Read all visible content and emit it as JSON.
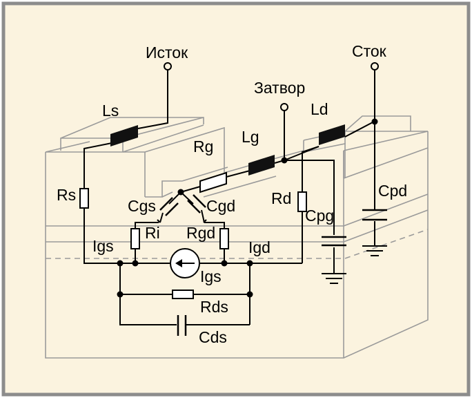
{
  "colors": {
    "frame": "#8c8c8c",
    "background": "#fbf3df",
    "body_lines": "#9a9a9a",
    "wire": "#000000",
    "inductor_fill": "#111111",
    "dashed_line": "#9a9a9a"
  },
  "terminals": {
    "source": "Исток",
    "drain": "Сток",
    "gate": "Затвор"
  },
  "components": {
    "ls": "Ls",
    "lg": "Lg",
    "ld": "Ld",
    "rg": "Rg",
    "rs": "Rs",
    "rd": "Rd",
    "cgs": "Cgs",
    "cgd": "Cgd",
    "ri": "Ri",
    "rgd": "Rgd",
    "cpg": "Cpg",
    "cpd": "Cpd",
    "igs_left": "Igs",
    "igd": "Igd",
    "igs_source": "Igs",
    "rds": "Rds",
    "cds": "Cds"
  }
}
